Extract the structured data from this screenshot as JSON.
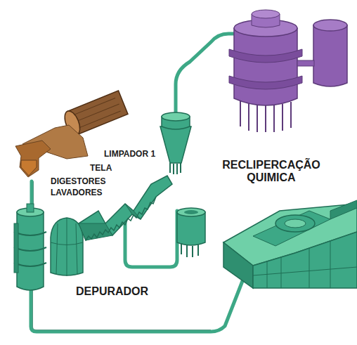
{
  "diagram": {
    "labels": [
      "LIMPADOR 1",
      "TELA",
      "DIGESTORES",
      "LAVADORES",
      "RECLIPERCAÇÃO QUIMICA",
      "DEPURADOR"
    ]
  }
}
